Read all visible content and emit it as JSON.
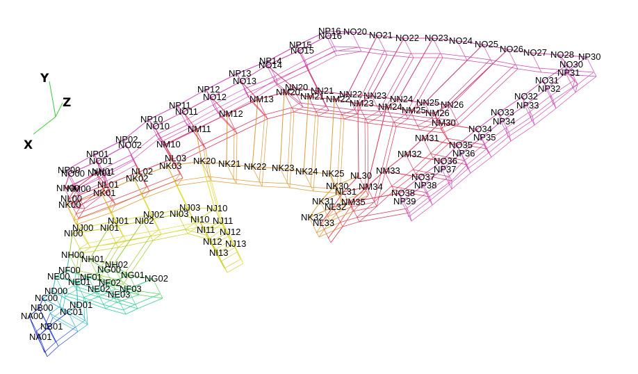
{
  "axes": {
    "x_label": "X",
    "y_label": "Y",
    "z_label": "Z",
    "x_color": "#33cc33",
    "y_color": "#33cc33",
    "z_color": "#33cc33"
  },
  "colors": {
    "NA": "#2233cc",
    "NB": "#2244dd",
    "NC": "#22aacc",
    "ND": "#22bbbb",
    "NE": "#22cc99",
    "NF": "#33cc88",
    "NG": "#55cc55",
    "NH": "#99cc33",
    "NI": "#cccc22",
    "NJ": "#dddd33",
    "NK": "#dd9933",
    "NL": "#dd4455",
    "NM": "#dd3355",
    "NN": "#cc3377",
    "NO": "#cc44aa",
    "NP": "#cc44bb"
  },
  "nodes": [
    "NA00",
    "NA01",
    "NB00",
    "NB01",
    "NC00",
    "NC01",
    "ND00",
    "ND01",
    "NE00",
    "NE01",
    "NE02",
    "NE03",
    "NF00",
    "NF01",
    "NF02",
    "NF03",
    "NG00",
    "NG01",
    "NG02",
    "NH00",
    "NH01",
    "NH02",
    "NI00",
    "NI01",
    "NI02",
    "NI03",
    "NI10",
    "NI11",
    "NI12",
    "NI13",
    "NJ00",
    "NJ01",
    "NJ02",
    "NJ03",
    "NJ10",
    "NJ11",
    "NJ12",
    "NJ13",
    "NK00",
    "NK01",
    "NK02",
    "NK03",
    "NK20",
    "NK21",
    "NK22",
    "NK23",
    "NK24",
    "NK25",
    "NK30",
    "NK31",
    "NK32",
    "NL00",
    "NL01",
    "NL02",
    "NL03",
    "NL30",
    "NL31",
    "NL32",
    "NL33",
    "NM00",
    "NM01",
    "NM10",
    "NM11",
    "NM12",
    "NM13",
    "NM20",
    "NM21",
    "NM22",
    "NM23",
    "NM24",
    "NM25",
    "NM26",
    "NM30",
    "NM31",
    "NM32",
    "NM33",
    "NM34",
    "NM35",
    "NN00",
    "NN01",
    "NN20",
    "NN21",
    "NN22",
    "NN23",
    "NN24",
    "NN25",
    "NN26",
    "NO00",
    "NO01",
    "NO02",
    "NO10",
    "NO11",
    "NO12",
    "NO13",
    "NO14",
    "NO15",
    "NO16",
    "NO20",
    "NO21",
    "NO22",
    "NO23",
    "NO24",
    "NO25",
    "NO26",
    "NO27",
    "NO28",
    "NO30",
    "NO31",
    "NO32",
    "NO33",
    "NO34",
    "NO35",
    "NO36",
    "NO37",
    "NO38",
    "NP00",
    "NP01",
    "NP02",
    "NP10",
    "NP11",
    "NP12",
    "NP13",
    "NP14",
    "NP15",
    "NP16",
    "NP30",
    "NP31",
    "NP32",
    "NP33",
    "NP34",
    "NP35",
    "NP36",
    "NP37",
    "NP38",
    "NP39"
  ]
}
